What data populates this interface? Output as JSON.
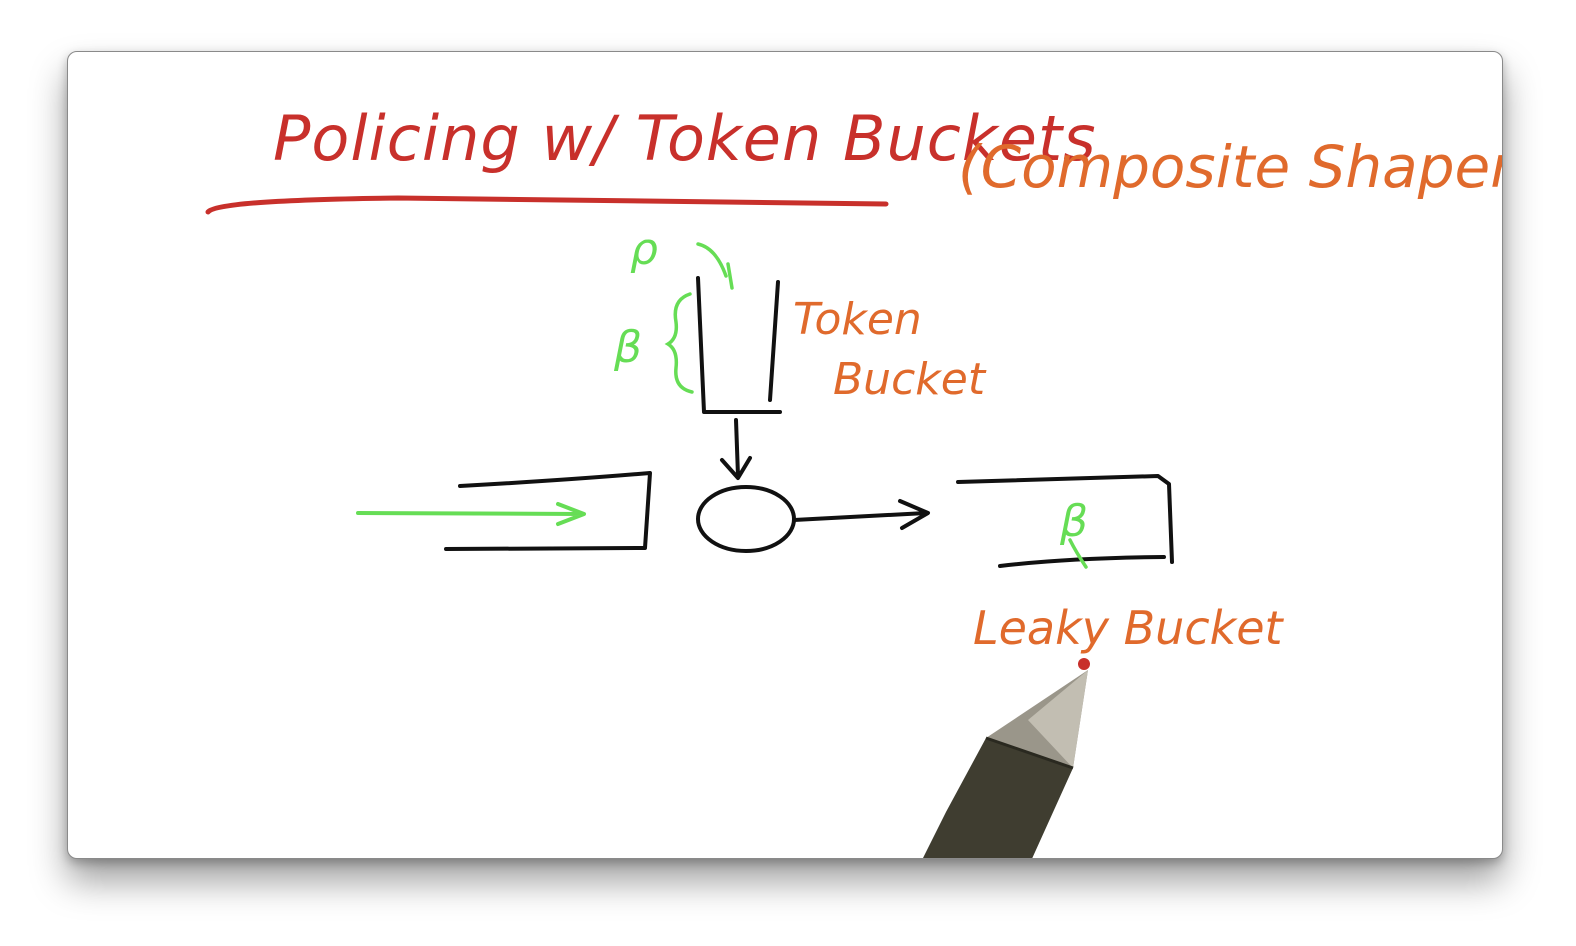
{
  "colors": {
    "title": "#c8302b",
    "annotation": "#e06a2c",
    "symbol": "#66dd55",
    "ink": "#111111",
    "pen_body": "#3f3d30",
    "pen_tip": "#9a968a"
  },
  "diagram": {
    "title": "Policing w/ Token Buckets",
    "subtitle": "(Composite Shaper)",
    "token_rate_label": "ρ",
    "token_depth_label": "β",
    "token_bucket_label_line1": "Token",
    "token_bucket_label_line2": "Bucket",
    "leaky_bucket_beta_label": "β",
    "leaky_bucket_label": "Leaky Bucket"
  },
  "icons": {
    "pen": "pen-icon"
  }
}
